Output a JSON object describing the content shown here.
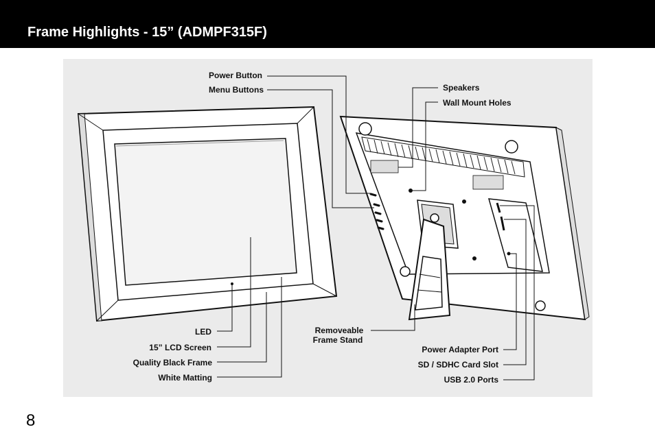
{
  "header": {
    "title": "Frame Highlights - 15” (ADMPF315F)"
  },
  "callouts": {
    "power_button": "Power Button",
    "menu_buttons": "Menu Buttons",
    "speakers": "Speakers",
    "wall_mount_holes": "Wall Mount Holes",
    "led": "LED",
    "lcd_screen": "15” LCD Screen",
    "black_frame": "Quality Black Frame",
    "white_matting": "White Matting",
    "stand_line1": "Removeable",
    "stand_line2": "Frame Stand",
    "power_adapter_port": "Power Adapter Port",
    "sd_card_slot": "SD / SDHC Card Slot",
    "usb_ports": "USB 2.0 Ports"
  },
  "page_number": "8"
}
